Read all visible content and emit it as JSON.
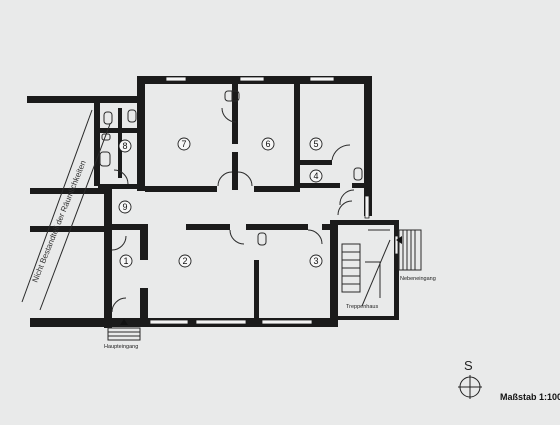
{
  "plan": {
    "rooms": [
      {
        "id": "r1",
        "label": "1"
      },
      {
        "id": "r2",
        "label": "2"
      },
      {
        "id": "r3",
        "label": "3"
      },
      {
        "id": "r4",
        "label": "4"
      },
      {
        "id": "r5",
        "label": "5"
      },
      {
        "id": "r6",
        "label": "6"
      },
      {
        "id": "r7",
        "label": "7"
      },
      {
        "id": "r8",
        "label": "8"
      },
      {
        "id": "r9",
        "label": "9"
      }
    ],
    "labels": {
      "side_note": "Nicht Bestandteil der Räumlichkeiten",
      "main_entrance": "Haupteingang",
      "side_entrance": "Nebeneingang",
      "stairwell": "Treppenhaus"
    },
    "compass": "S",
    "scale": "Maßstab 1:100"
  },
  "colors": {
    "background": "#e9eaea",
    "wall": "#1b1b1b"
  }
}
